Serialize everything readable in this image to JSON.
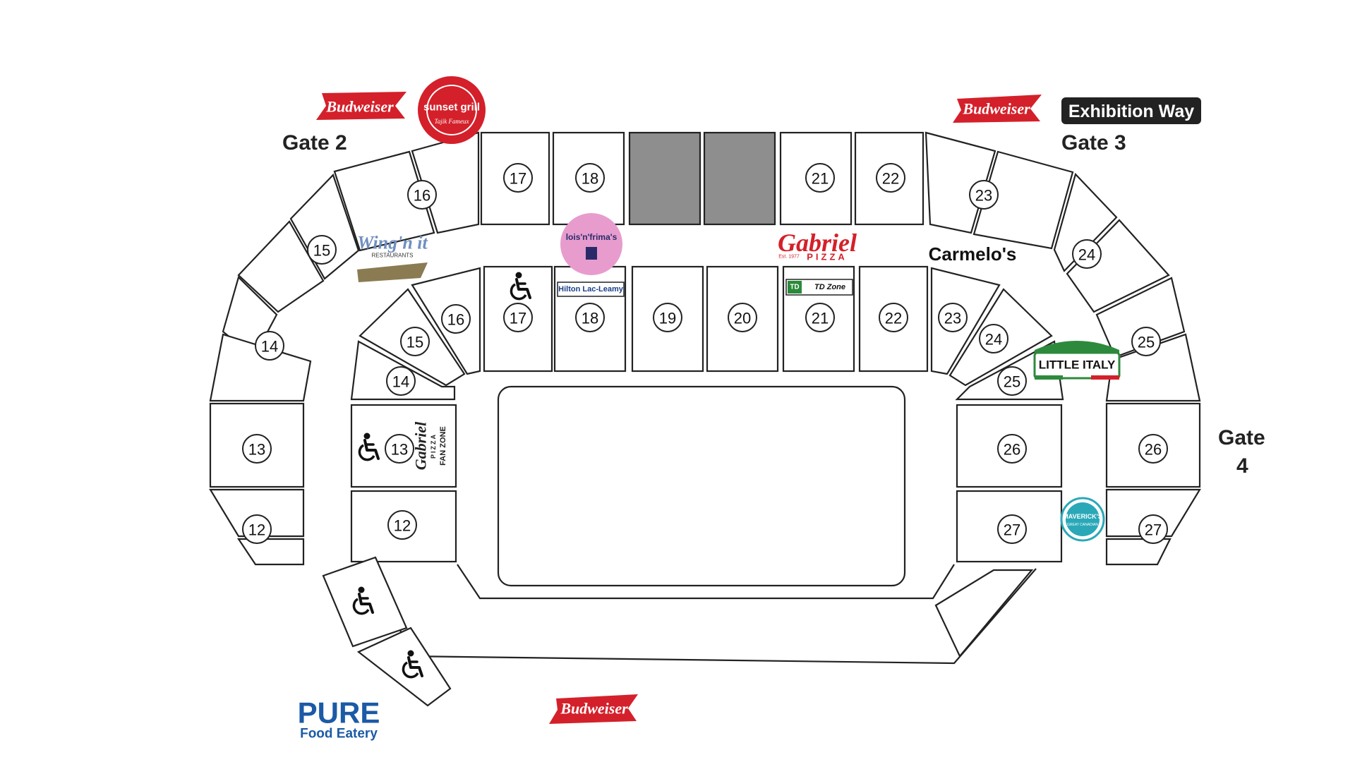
{
  "gates": {
    "gate2": "Gate 2",
    "gate3": "Gate 3",
    "gate4_line1": "Gate",
    "gate4_line2": "4"
  },
  "street": {
    "label": "Exhibition Way"
  },
  "sections": {
    "upper_top": [
      "17",
      "18",
      "21",
      "22"
    ],
    "upper_top_corner_left": "16",
    "upper_left": [
      "15",
      "14",
      "13",
      "12"
    ],
    "upper_top_corner_right": "23",
    "upper_right": [
      "24",
      "25",
      "26",
      "27"
    ],
    "lower_top": [
      "17",
      "18",
      "19",
      "20",
      "21",
      "22"
    ],
    "lower_left": [
      "16",
      "15",
      "14",
      "13",
      "12"
    ],
    "lower_right": [
      "23",
      "24",
      "25",
      "26",
      "27"
    ]
  },
  "vendors": {
    "budweiser": "Budweiser",
    "sunset_grill": "sunset grill",
    "sunset_tag": "Tajik Fameux",
    "wingnit": "Wing'n it",
    "wingnit_sub": "RESTAURANTS",
    "lois_frimas": "lois'n'frima's",
    "hilton": "Hilton Lac-Leamy",
    "gabriel_top": "Gabriel",
    "gabriel_sub": "PIZZA",
    "gabriel_est": "Est. 1977",
    "carmelos": "Carmelo's",
    "td_logo": "TD",
    "td_zone": "TD Zone",
    "fan_zone_gabriel": "Gabriel",
    "fan_zone_pizza": "PIZZA",
    "fan_zone_label": "FAN ZONE",
    "little_italy": "LITTLE ITALY",
    "mavericks": "MAVERICK'S",
    "mavericks_sub": "GREAT CANADIAN",
    "pure": "PURE",
    "pure_sub": "Food Eatery"
  },
  "colors": {
    "budweiser_red": "#d4202a",
    "pure_blue": "#1b5aa6",
    "gabriel_red": "#d4202a",
    "td_green": "#2a8a3a",
    "little_italy_green": "#2d8a3c",
    "mavericks_teal": "#2aa8b8",
    "lois_pink": "#e79ccd",
    "blocked_gray": "#8e8e8e"
  },
  "icons": [
    "wheelchair-icon",
    "budweiser-logo",
    "sunset-grill-logo"
  ]
}
